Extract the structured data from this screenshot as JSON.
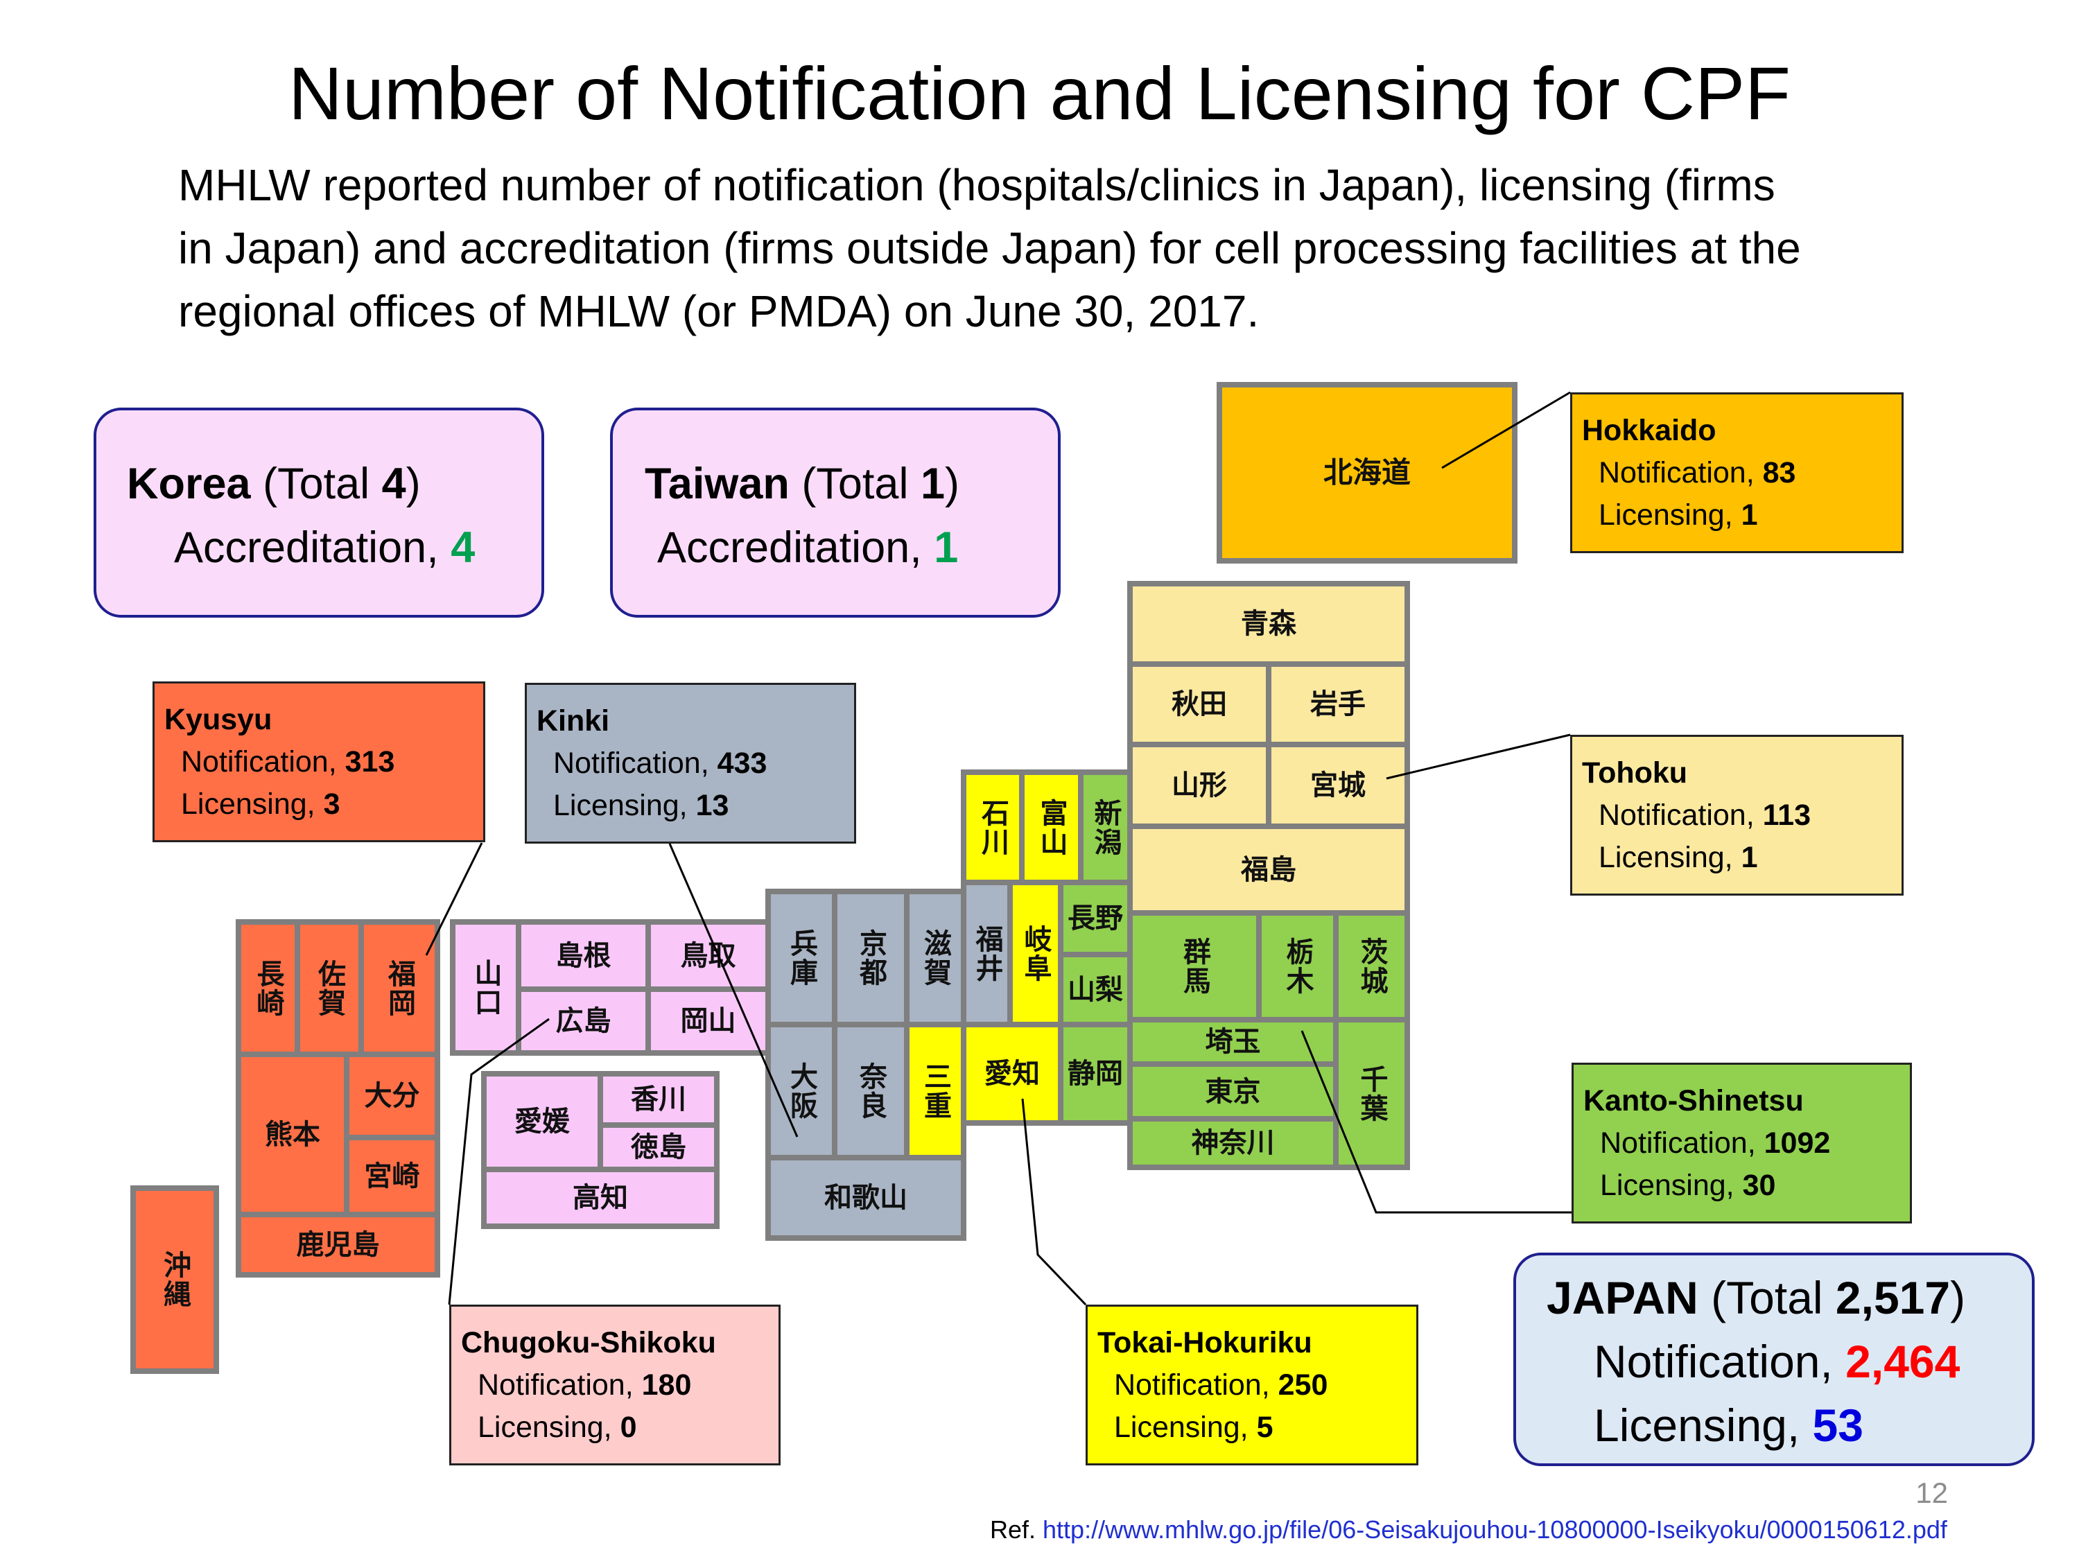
{
  "title": "Number of Notification and Licensing for CPF",
  "subtitle_lines": [
    "MHLW reported number of notification (hospitals/clinics in Japan), licensing (firms",
    "in Japan) and accreditation (firms outside Japan) for cell processing facilities at the",
    "regional offices of MHLW (or PMDA) on June 30, 2017."
  ],
  "korea": {
    "name": "Korea",
    "total_prefix": "(Total ",
    "total": "4",
    "total_suffix": ")",
    "accreditation_label": "Accreditation, ",
    "accreditation": "4"
  },
  "taiwan": {
    "name": "Taiwan",
    "total_prefix": "(Total ",
    "total": "1",
    "total_suffix": ")",
    "accreditation_label": "Accreditation, ",
    "accreditation": "1"
  },
  "regions": {
    "hokkaido": {
      "name": "Hokkaido",
      "notification_label": "Notification, ",
      "notification": "83",
      "licensing_label": "Licensing, ",
      "licensing": "1"
    },
    "tohoku": {
      "name": "Tohoku",
      "notification_label": "Notification, ",
      "notification": "113",
      "licensing_label": "Licensing, ",
      "licensing": "1"
    },
    "kanto": {
      "name": "Kanto-Shinetsu",
      "notification_label": "Notification, ",
      "notification": "1092",
      "licensing_label": "Licensing, ",
      "licensing": "30"
    },
    "tokai": {
      "name": "Tokai-Hokuriku",
      "notification_label": "Notification, ",
      "notification": "250",
      "licensing_label": "Licensing, ",
      "licensing": "5"
    },
    "kinki": {
      "name": "Kinki",
      "notification_label": "Notification, ",
      "notification": "433",
      "licensing_label": "Licensing, ",
      "licensing": "13"
    },
    "chugoku": {
      "name": "Chugoku-Shikoku",
      "notification_label": "Notification, ",
      "notification": "180",
      "licensing_label": "Licensing, ",
      "licensing": "0"
    },
    "kyusyu": {
      "name": "Kyusyu",
      "notification_label": "Notification, ",
      "notification": "313",
      "licensing_label": "Licensing, ",
      "licensing": "3"
    }
  },
  "japan": {
    "name": "JAPAN",
    "total_prefix": "(Total ",
    "total": "2,517",
    "total_suffix": ")",
    "notification_label": "Notification, ",
    "notification": "2,464",
    "licensing_label": "Licensing, ",
    "licensing": "53"
  },
  "prefectures": {
    "hokkaido": "北海道",
    "aomori": "青森",
    "akita": "秋田",
    "iwate": "岩手",
    "yamagata": "山形",
    "miyagi": "宮城",
    "fukushima": "福島",
    "gunma": "群馬",
    "tochigi": "栃木",
    "ibaraki": "茨城",
    "saitama": "埼玉",
    "chiba": "千葉",
    "tokyo": "東京",
    "kanagawa": "神奈川",
    "niigata": "新潟",
    "nagano": "長野",
    "yamanashi": "山梨",
    "ishikawa": "石川",
    "toyama": "富山",
    "gifu": "岐阜",
    "aichi": "愛知",
    "shizuoka": "静岡",
    "mie": "三重",
    "fukui": "福井",
    "shiga": "滋賀",
    "kyoto": "京都",
    "hyogo": "兵庫",
    "osaka": "大阪",
    "nara": "奈良",
    "wakayama": "和歌山",
    "yamaguchi": "山口",
    "shimane": "島根",
    "tottori": "鳥取",
    "hiroshima": "広島",
    "okayama": "岡山",
    "ehime": "愛媛",
    "kagawa": "香川",
    "tokushima": "徳島",
    "kochi": "高知",
    "nagasaki": "長崎",
    "saga": "佐賀",
    "fukuoka": "福岡",
    "kumamoto": "熊本",
    "oita": "大分",
    "miyazaki": "宮崎",
    "kagoshima": "鹿児島",
    "okinawa": "沖縄"
  },
  "colors": {
    "kyusyu": "#ff7047",
    "chugoku_shikoku_map": "#f9c8f9",
    "chugoku_shikoku_box": "#ffcccc",
    "kinki": "#a9b4c4",
    "tohoku": "#fbe9a0",
    "kanto_shinetsu": "#92d050",
    "tokai_hokuriku": "#ffff00",
    "hokkaido": "#ffc000"
  },
  "page_number": "12",
  "reference": {
    "prefix": "Ref. ",
    "url": "http://www.mhlw.go.jp/file/06-Seisakujouhou-10800000-Iseikyoku/0000150612.pdf"
  }
}
